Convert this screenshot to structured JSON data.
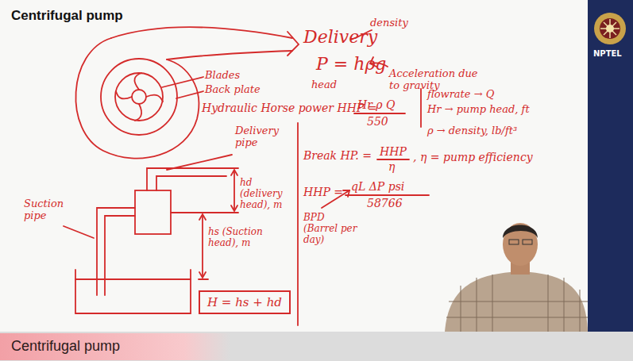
{
  "diagram": {
    "title": "Centrifugal pump",
    "nodes": [
      {
        "text": [
          "H = hs + hd"
        ]
      },
      {
        "text": [
          "Centrifugal pump"
        ]
      }
    ],
    "labels": [
      "Delivery",
      "density",
      "P = hρg",
      "head",
      "Acceleration due to gravity",
      "Blades",
      "Back plate",
      "Hydraulic Horse power HHP =",
      "Hr ρ Q",
      "550",
      "flowrate → Q",
      "Hr → pump head, ft",
      "Delivery pipe",
      "ρ → density, lb/ft³",
      "Break HP. =",
      "HHP",
      "η",
      ", η = pump efficiency",
      "HHP =",
      "qL ΔP psi",
      "58766",
      "BPD (Barrel per day)",
      "hd (delivery head), m",
      "hs (Suction head), m",
      "Suction pipe",
      "NPTEL"
    ]
  }
}
